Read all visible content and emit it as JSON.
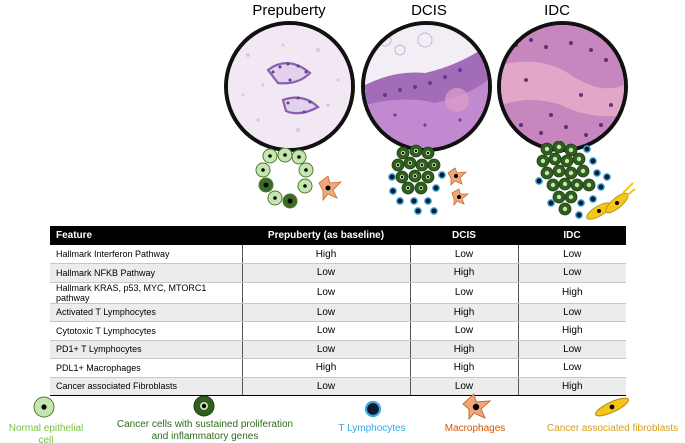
{
  "stages": {
    "prepuberty": "Prepuberty",
    "dcis": "DCIS",
    "idc": "IDC"
  },
  "table": {
    "headers": [
      "Feature",
      "Prepuberty (as baseline)",
      "DCIS",
      "IDC"
    ],
    "rows": [
      [
        "Hallmark Interferon Pathway",
        "High",
        "Low",
        "Low"
      ],
      [
        "Hallmark NFKB Pathway",
        "Low",
        "High",
        "Low"
      ],
      [
        "Hallmark KRAS, p53, MYC, MTORC1 pathway",
        "Low",
        "Low",
        "High"
      ],
      [
        "Activated T Lymphocytes",
        "Low",
        "High",
        "Low"
      ],
      [
        "Cytotoxic T Lymphocytes",
        "Low",
        "Low",
        "High"
      ],
      [
        "PD1+ T Lymphocytes",
        "Low",
        "High",
        "Low"
      ],
      [
        "PDL1+ Macrophages",
        "High",
        "High",
        "Low"
      ],
      [
        "Cancer associated Fibroblasts",
        "Low",
        "Low",
        "High"
      ]
    ]
  },
  "legend": {
    "normal": "Normal epithelial cell",
    "cancer_line1": "Cancer cells with sustained proliferation",
    "cancer_line2": "and inflammatory genes",
    "tcell": "T Lymphocytes",
    "macrophage": "Macrophages",
    "fibroblast": "Cancer associated fibroblasts"
  },
  "colors": {
    "normal_cell": "#c5e6b0",
    "cancer_cell": "#2f5e1f",
    "tcell_ring": "#3fa9e0",
    "macrophage": "#f0a878",
    "fibroblast": "#f5c518",
    "normal_text": "#7ac143",
    "cancer_text": "#2e6b1e",
    "tcell_text": "#38a8df",
    "macrophage_text": "#d35400",
    "fibroblast_text": "#d4a017"
  }
}
